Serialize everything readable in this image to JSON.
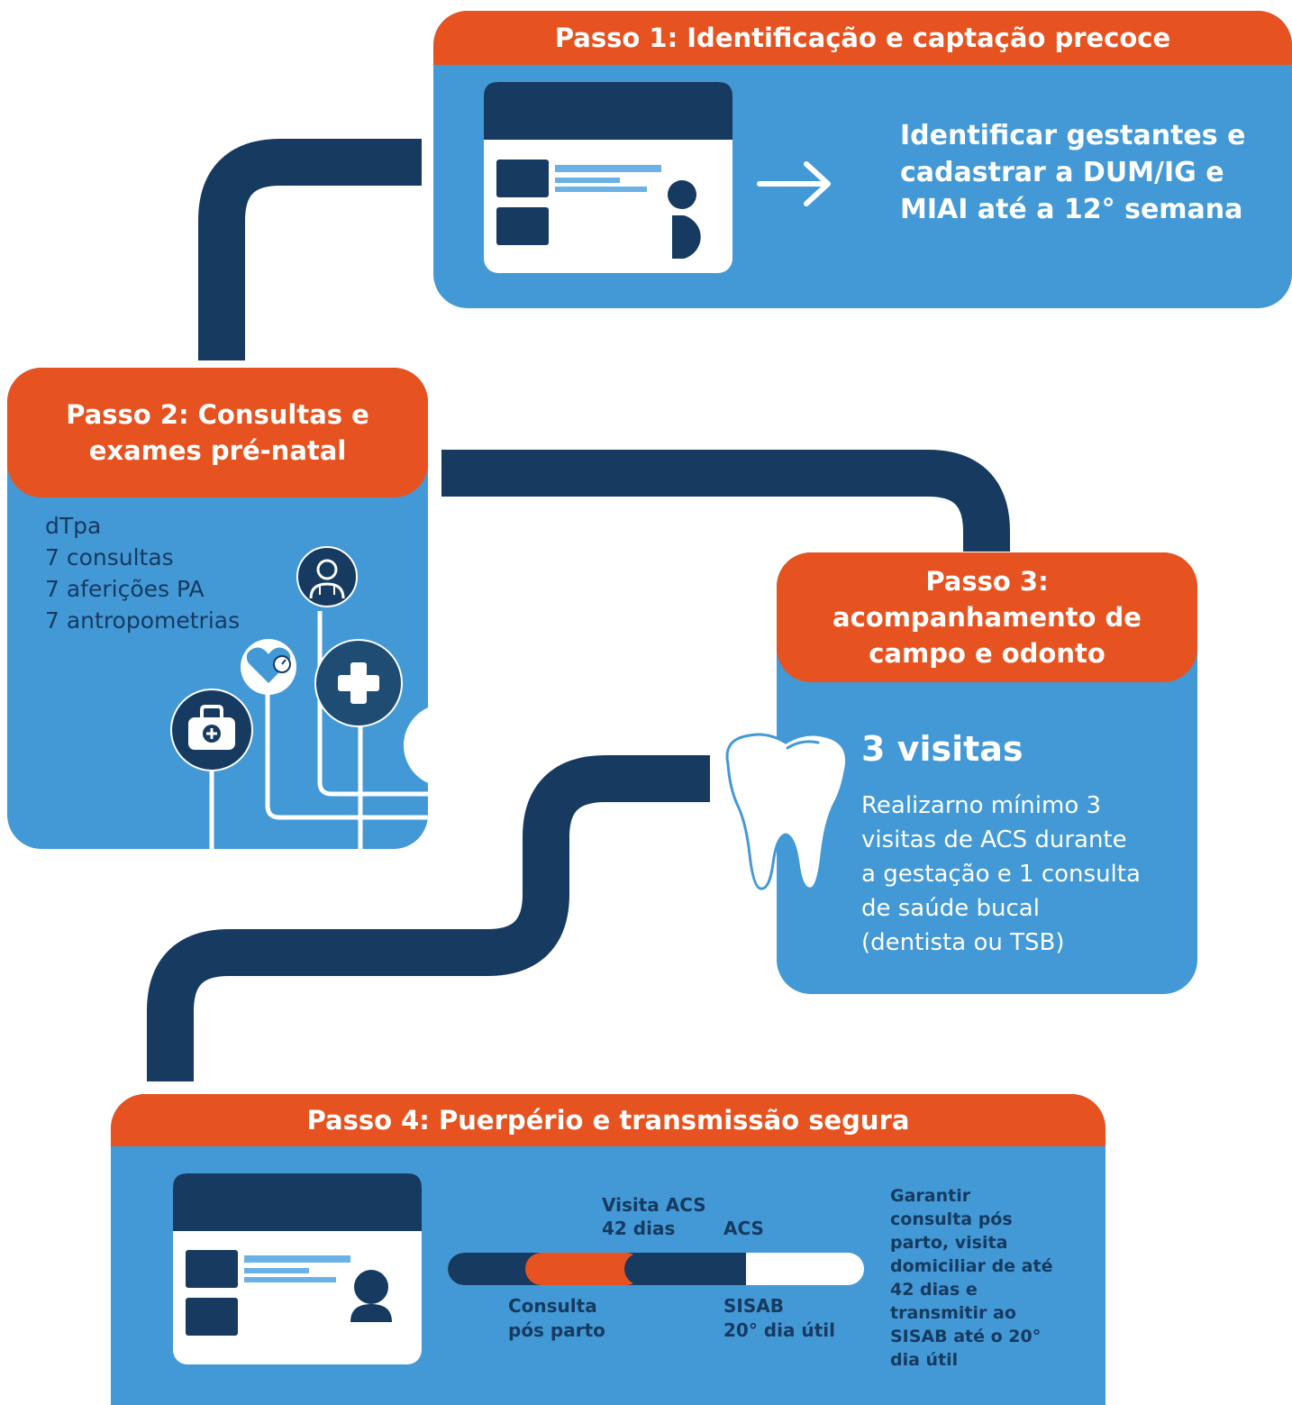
{
  "colors": {
    "navy": "#163a60",
    "blue": "#4399d6",
    "orange": "#e65320",
    "light_blue": "#6ab2e6",
    "white": "#ffffff"
  },
  "step1": {
    "title": "Passo 1: Identificação e captação precoce",
    "text": [
      "Identificar gestantes e",
      "cadastrar a DUM/IG e",
      "MIAI até a 12° semana"
    ],
    "icon": "id-card-icon"
  },
  "step2": {
    "title": [
      "Passo 2: Consultas e",
      "exames pré-natal"
    ],
    "items": [
      "dTpa",
      "7 consultas",
      "7 aferições PA",
      "7 antropometrias"
    ],
    "icons": [
      "doctor-icon",
      "blood-pressure-heart-icon",
      "medical-cross-icon",
      "medical-kit-icon"
    ]
  },
  "step3": {
    "title": [
      "Passo 3:",
      "acompanhamento de",
      "campo e odonto"
    ],
    "highlight": "3 visitas",
    "text": [
      "Realizarno mínimo 3",
      "visitas de ACS durante",
      "a gestação e 1 consulta",
      "de saúde bucal",
      "(dentista ou TSB)"
    ],
    "icon": "tooth-icon"
  },
  "step4": {
    "title": "Passo 4: Puerpério e transmissão segura",
    "timeline": {
      "top_labels": [
        [
          "Visita ACS",
          "42 dias"
        ],
        [
          "ACS"
        ]
      ],
      "bottom_labels": [
        [
          "Consulta",
          "pós parto"
        ],
        [
          "SISAB",
          "20° dia útil"
        ]
      ]
    },
    "text": [
      "Garantir",
      "consulta pós",
      "parto, visita",
      "domiciliar de até",
      "42 dias e",
      "transmitir ao",
      "SISAB até o 20°",
      "dia útil"
    ],
    "icon": "user-card-icon"
  }
}
